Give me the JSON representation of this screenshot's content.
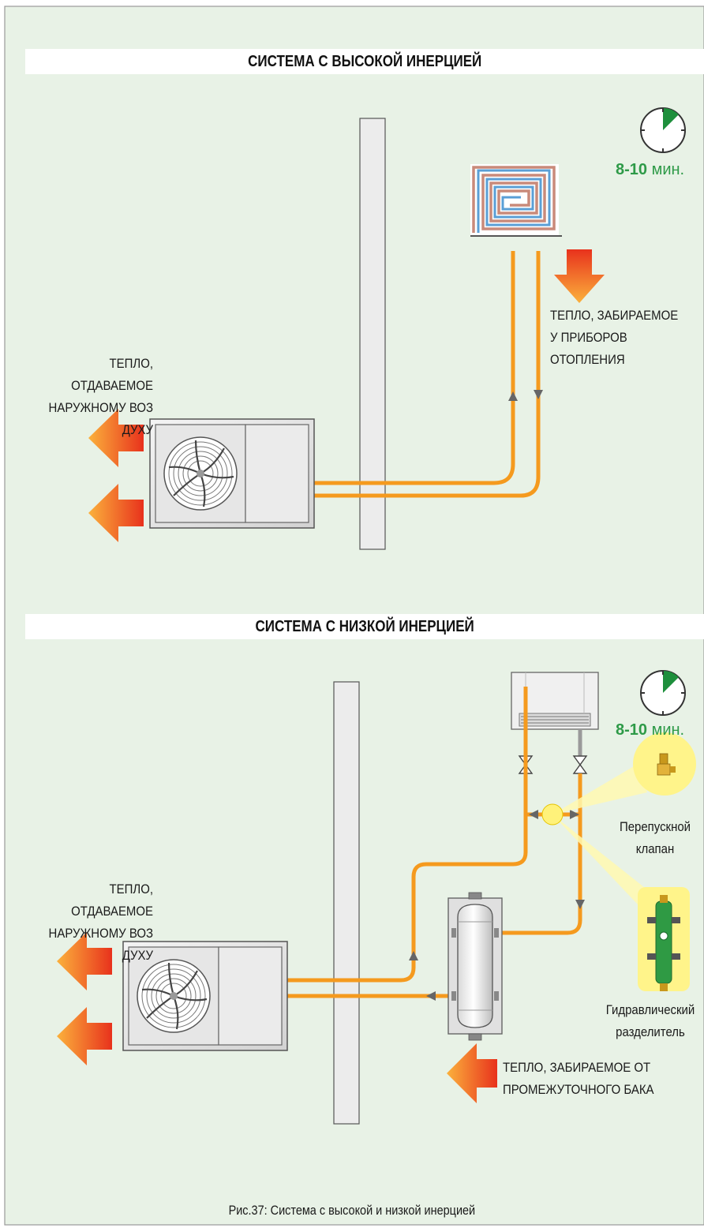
{
  "panels": [
    {
      "title": "СИСТЕМА С ВЫСОКОЙ ИНЕРЦИЕЙ",
      "time_value": "8-10",
      "time_unit": "мин.",
      "outdoor_label": [
        "ТЕПЛО, ОТДАВАЕМОЕ",
        "НАРУЖНОМУ ВОЗ",
        "ДУХУ"
      ],
      "emitter_label": [
        "ТЕПЛО, ЗАБИРАЕМОЕ",
        "У ПРИБОРОВ",
        "ОТОПЛЕНИЯ"
      ]
    },
    {
      "title": "СИСТЕМА С НИЗКОЙ ИНЕРЦИЕЙ",
      "time_value": "8-10",
      "time_unit": "мин.",
      "outdoor_label": [
        "ТЕПЛО, ОТДАВАЕМОЕ",
        "НАРУЖНОМУ ВОЗ",
        "ДУХУ"
      ],
      "bypass_label": [
        "Перепускной",
        "клапан"
      ],
      "separator_label": [
        "Гидравлический",
        "разделитель"
      ],
      "tank_label": [
        "ТЕПЛО, ЗАБИРАЕМОЕ ОТ",
        "ПРОМЕЖУТОЧНОГО БАКА"
      ]
    }
  ],
  "caption": "Рис.37: Система с высокой и низкой инерцией",
  "colors": {
    "background": "#e8f2e6",
    "pipe": "#f59a1e",
    "arrow_hot": "#f26a1b",
    "arrow_warm": "#fbb13c",
    "clock_fill": "#1e8f3c",
    "time_text": "#2e9a48"
  }
}
